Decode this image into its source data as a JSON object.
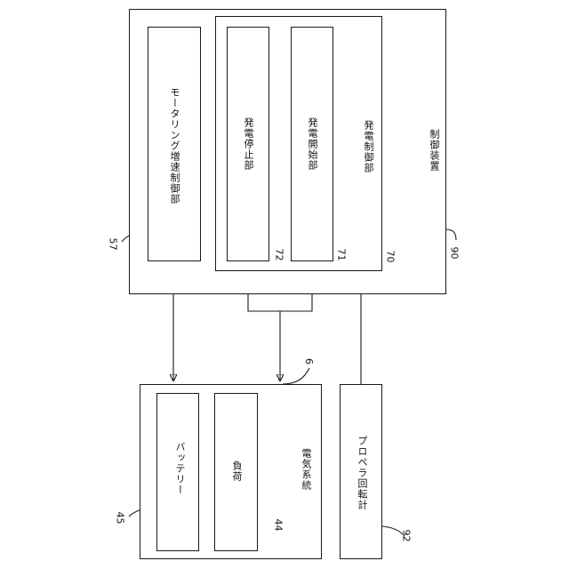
{
  "control_device": {
    "label": "制御装置",
    "ref": "90"
  },
  "gen_control": {
    "label": "発電制御部",
    "ref": "70"
  },
  "gen_start": {
    "label": "発電開始部",
    "ref": "71"
  },
  "gen_stop": {
    "label": "発電停止部",
    "ref": "72"
  },
  "motoring": {
    "label": "モータリング増速制御部",
    "ref": "57"
  },
  "electrical_system": {
    "label": "電気系統",
    "ref": "6"
  },
  "load": {
    "label": "負荷",
    "ref": "44"
  },
  "battery": {
    "label": "バッテリー",
    "ref": "45"
  },
  "propeller_counter": {
    "label": "プロペラ回転計",
    "ref": "92"
  }
}
